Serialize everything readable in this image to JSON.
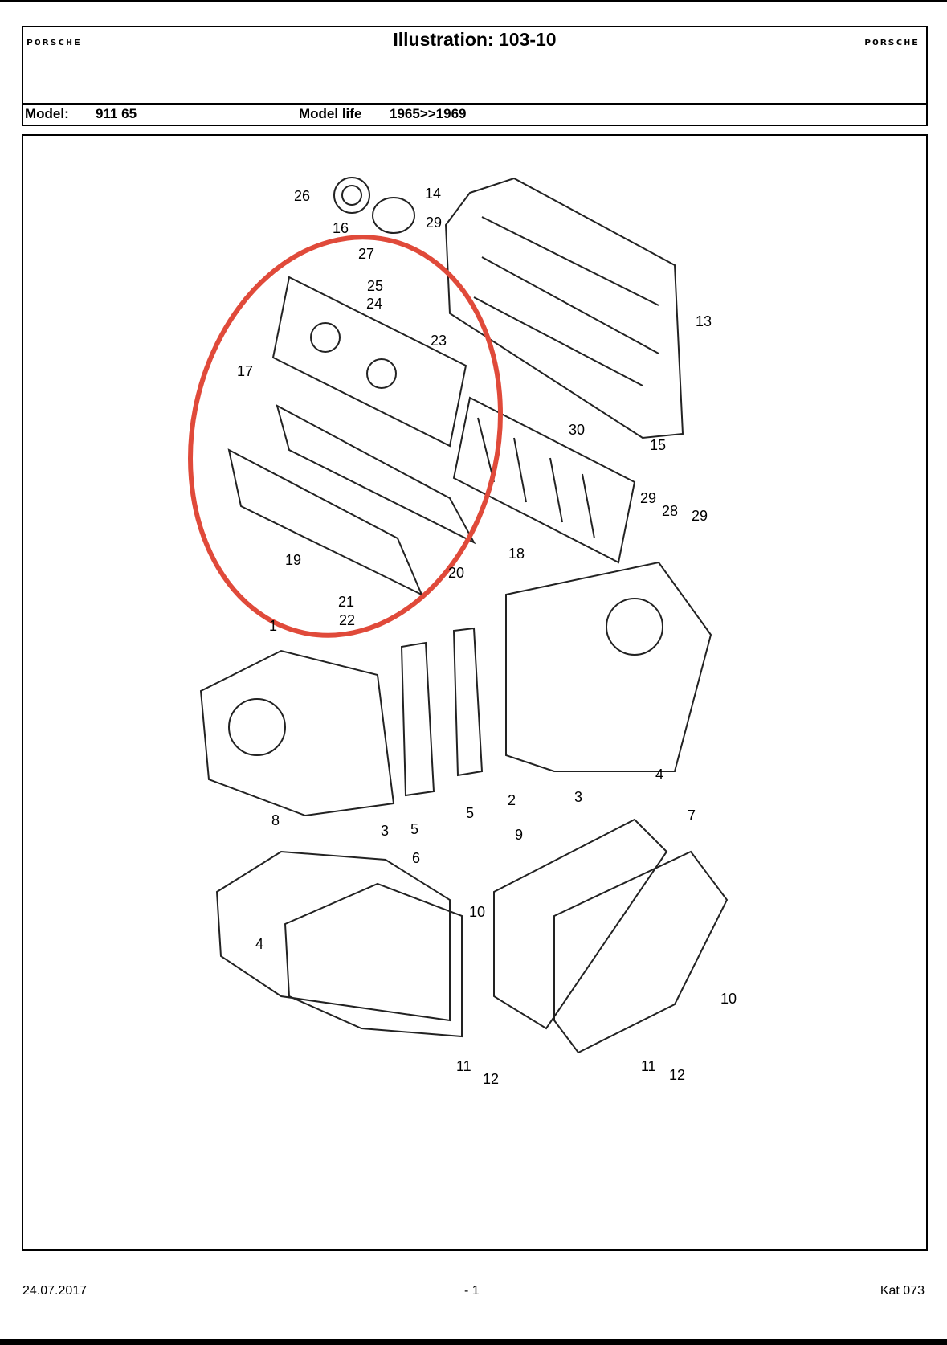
{
  "header": {
    "logo_left": "PORSCHE",
    "title": "Illustration: 103-10",
    "logo_right": "PORSCHE"
  },
  "model_row": {
    "model_label": "Model:",
    "model_value": "911 65",
    "life_label": "Model life",
    "life_value": "1965>>1969"
  },
  "diagram": {
    "highlight_color": "#e04a3a",
    "callouts": [
      "26",
      "16",
      "14",
      "29",
      "27",
      "25",
      "24",
      "23",
      "17",
      "13",
      "30",
      "15",
      "29",
      "28",
      "29",
      "18",
      "19",
      "20",
      "21",
      "22",
      "1",
      "4",
      "3",
      "2",
      "5",
      "5",
      "3",
      "8",
      "6",
      "9",
      "7",
      "10",
      "4",
      "10",
      "11",
      "12",
      "11",
      "12"
    ]
  },
  "footer": {
    "date": "24.07.2017",
    "page": "- 1",
    "catalog": "Kat 073"
  }
}
